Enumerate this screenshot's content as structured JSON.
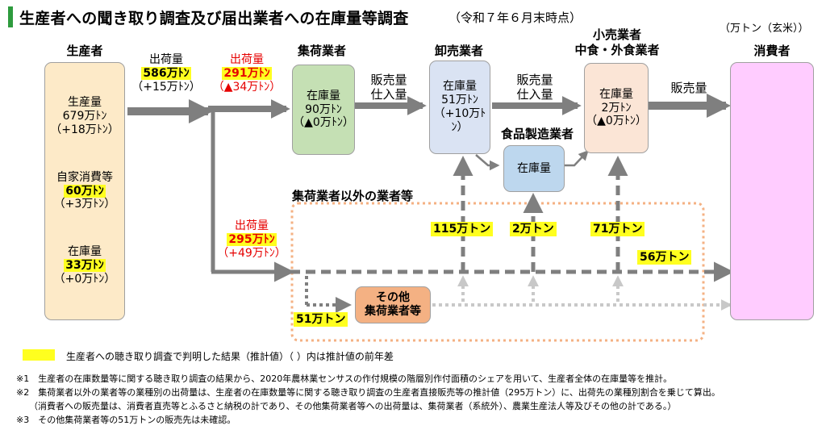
{
  "title": "生産者への聞き取り調査及び届出業者への在庫量等調査",
  "subtitle": "（令和７年６月末時点）",
  "unit": "（万トン（玄米））",
  "colors": {
    "producer_fill": "#fdeac8",
    "shuka_fill": "#c5e0b4",
    "oroshi_fill": "#dae3f3",
    "shokuhin_fill": "#bdd7ee",
    "kouri_fill": "#fbe5d6",
    "consumer_fill": "#ffccff",
    "other_fill": "#f4b183",
    "arrow_gray": "#7f7f7f",
    "dashed_other": "#f4b183",
    "highlight": "#ffff1f",
    "title_bar": "#2e9b3e",
    "red": "#e60000"
  },
  "producer": {
    "header": "生産者",
    "production_label": "生産量",
    "production_value": "679万ﾄﾝ",
    "production_diff": "（+18万ﾄﾝ）",
    "self_label": "自家消費等",
    "self_value": "60万ﾄﾝ",
    "self_diff": "（+3万ﾄﾝ）",
    "stock_label": "在庫量",
    "stock_value": "33万ﾄﾝ",
    "stock_diff": "（+0万ﾄﾝ）"
  },
  "flow_ship": {
    "label": "出荷量",
    "value": "586万ﾄﾝ",
    "diff": "（+15万ﾄﾝ）"
  },
  "flow_ship_shuka": {
    "label": "出荷量",
    "value": "291万ﾄﾝ",
    "diff": "（▲34万ﾄﾝ）"
  },
  "flow_ship_other": {
    "label": "出荷量",
    "value": "295万ﾄﾝ",
    "diff": "（+49万ﾄﾝ）"
  },
  "shuka": {
    "header": "集荷業者",
    "label": "在庫量",
    "value": "90万ﾄﾝ",
    "diff": "（▲0万ﾄﾝ）"
  },
  "flow_sale_1": {
    "line1": "販売量",
    "line2": "仕入量"
  },
  "oroshi": {
    "header": "卸売業者",
    "label": "在庫量",
    "value": "51万ﾄﾝ",
    "diff": "（+10万ﾄﾝ）"
  },
  "flow_sale_2": {
    "line1": "販売量",
    "line2": "仕入量"
  },
  "shokuhin": {
    "header": "食品製造業者",
    "label": "在庫量"
  },
  "kouri": {
    "header1": "小売業者",
    "header2": "中食・外食業者",
    "label": "在庫量",
    "value": "2万ﾄﾝ",
    "diff": "（▲0万ﾄﾝ）"
  },
  "flow_sale_3": {
    "line1": "販売量"
  },
  "consumer": {
    "header": "消費者"
  },
  "other_region": {
    "label": "集荷業者以外の業者等"
  },
  "dashed_values": {
    "oroshi": "115万トン",
    "shokuhin": "2万トン",
    "kouri": "71万トン",
    "consumer": "56万トン",
    "other": "51万トン"
  },
  "other_box": {
    "line1": "その他",
    "line2": "集荷業者等"
  },
  "legend": {
    "text": "生産者への聴き取り調査で判明した結果（推計値）（ ）内は推計値の前年差"
  },
  "notes": [
    "※1　生産者の在庫数量等に関する聴き取り調査の結果から、2020年農林業センサスの作付規模の階層別作付面積のシェアを用いて、生産者全体の在庫量等を推計。",
    "※2　集荷業者以外の業者等の業種別の出荷量は、生産者の在庫数量等に関する聴き取り調査の生産者直接販売等の推計値（295万トン）に、出荷先の業種別割合を乗じて算出。",
    "（消費者への販売量は、消費者直売等とふるさと納税の計であり、その他集荷業者等への出荷量は、集荷業者（系統外）、農業生産法人等及びその他の計である。）",
    "※3　その他集荷業者等の51万トンの販売先は未確認。"
  ]
}
